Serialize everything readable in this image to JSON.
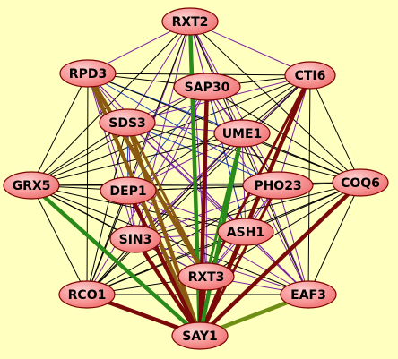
{
  "background": "#ffffc0",
  "node_style": {
    "fill_light": "#ffd2d2",
    "fill_dark": "#f07070",
    "stroke": "#7a0000",
    "text": "#000000"
  },
  "edge_colors": {
    "black": "#000000",
    "purple": "#7a1fa2",
    "blue": "#1f3fbf",
    "green": "#2a8a1a",
    "darkred": "#7a0a0a",
    "brown": "#8b5a12",
    "olive": "#6e8f14"
  },
  "nodes": [
    {
      "id": "RXT2",
      "label": "RXT2"
    },
    {
      "id": "RPD3",
      "label": "RPD3"
    },
    {
      "id": "CTI6",
      "label": "CTI6"
    },
    {
      "id": "SAP30",
      "label": "SAP30"
    },
    {
      "id": "SDS3",
      "label": "SDS3"
    },
    {
      "id": "UME1",
      "label": "UME1"
    },
    {
      "id": "GRX5",
      "label": "GRX5"
    },
    {
      "id": "DEP1",
      "label": "DEP1"
    },
    {
      "id": "PHO23",
      "label": "PHO23"
    },
    {
      "id": "COQ6",
      "label": "COQ6"
    },
    {
      "id": "SIN3",
      "label": "SIN3"
    },
    {
      "id": "ASH1",
      "label": "ASH1"
    },
    {
      "id": "RXT3",
      "label": "RXT3"
    },
    {
      "id": "RCO1",
      "label": "RCO1"
    },
    {
      "id": "EAF3",
      "label": "EAF3"
    },
    {
      "id": "SAY1",
      "label": "SAY1"
    }
  ],
  "edges": [
    {
      "source": "RXT2",
      "target": "SAY1",
      "color": "green",
      "weight": "thick"
    },
    {
      "source": "GRX5",
      "target": "SAY1",
      "color": "green",
      "weight": "thick"
    },
    {
      "source": "EAF3",
      "target": "SAY1",
      "color": "olive",
      "weight": "thick"
    },
    {
      "source": "RCO1",
      "target": "SAY1",
      "color": "darkred",
      "weight": "thick"
    },
    {
      "source": "COQ6",
      "target": "SAY1",
      "color": "darkred",
      "weight": "thick"
    },
    {
      "source": "CTI6",
      "target": "SAY1",
      "color": "darkred",
      "weight": "thick"
    },
    {
      "source": "RPD3",
      "target": "SAY1",
      "color": "brown",
      "weight": "thick"
    },
    {
      "source": "SDS3",
      "target": "SAY1",
      "color": "brown",
      "weight": "thick"
    },
    {
      "source": "DEP1",
      "target": "SAY1",
      "color": "darkred",
      "weight": "thick"
    },
    {
      "source": "SIN3",
      "target": "SAY1",
      "color": "darkred",
      "weight": "thick"
    },
    {
      "source": "SAP30",
      "target": "SAY1",
      "color": "darkred",
      "weight": "thick"
    },
    {
      "source": "UME1",
      "target": "SAY1",
      "color": "green",
      "weight": "thick"
    },
    {
      "source": "ASH1",
      "target": "SAY1",
      "color": "darkred",
      "weight": "medium"
    },
    {
      "source": "PHO23",
      "target": "SAY1",
      "color": "darkred",
      "weight": "medium"
    },
    {
      "source": "RXT3",
      "target": "SAY1",
      "color": "darkred",
      "weight": "medium"
    },
    {
      "source": "RPD3",
      "target": "RXT3",
      "color": "brown",
      "weight": "thick"
    },
    {
      "source": "SDS3",
      "target": "RXT3",
      "color": "brown",
      "weight": "medium"
    },
    {
      "source": "CTI6",
      "target": "RXT3",
      "color": "darkred",
      "weight": "medium"
    },
    {
      "source": "UME1",
      "target": "RXT3",
      "color": "green",
      "weight": "medium"
    },
    {
      "source": "RXT2",
      "target": "RPD3",
      "color": "purple",
      "weight": "thin"
    },
    {
      "source": "RXT2",
      "target": "CTI6",
      "color": "purple",
      "weight": "thin"
    },
    {
      "source": "RXT2",
      "target": "SAP30",
      "color": "purple",
      "weight": "thin"
    },
    {
      "source": "RXT2",
      "target": "SDS3",
      "color": "purple",
      "weight": "thin"
    },
    {
      "source": "RXT2",
      "target": "UME1",
      "color": "purple",
      "weight": "thin"
    },
    {
      "source": "RXT2",
      "target": "GRX5",
      "color": "black",
      "weight": "thin"
    },
    {
      "source": "RXT2",
      "target": "DEP1",
      "color": "purple",
      "weight": "thin"
    },
    {
      "source": "RXT2",
      "target": "PHO23",
      "color": "purple",
      "weight": "thin"
    },
    {
      "source": "RXT2",
      "target": "COQ6",
      "color": "black",
      "weight": "thin"
    },
    {
      "source": "RXT2",
      "target": "SIN3",
      "color": "purple",
      "weight": "thin"
    },
    {
      "source": "RXT2",
      "target": "ASH1",
      "color": "purple",
      "weight": "thin"
    },
    {
      "source": "RXT2",
      "target": "RXT3",
      "color": "purple",
      "weight": "thin"
    },
    {
      "source": "RXT2",
      "target": "RCO1",
      "color": "black",
      "weight": "thin"
    },
    {
      "source": "RXT2",
      "target": "EAF3",
      "color": "black",
      "weight": "thin"
    },
    {
      "source": "RPD3",
      "target": "CTI6",
      "color": "black",
      "weight": "thin"
    },
    {
      "source": "RPD3",
      "target": "SAP30",
      "color": "black",
      "weight": "thin"
    },
    {
      "source": "RPD3",
      "target": "SDS3",
      "color": "purple",
      "weight": "thin"
    },
    {
      "source": "RPD3",
      "target": "UME1",
      "color": "blue",
      "weight": "thin"
    },
    {
      "source": "RPD3",
      "target": "GRX5",
      "color": "black",
      "weight": "thin"
    },
    {
      "source": "RPD3",
      "target": "DEP1",
      "color": "purple",
      "weight": "thin"
    },
    {
      "source": "RPD3",
      "target": "PHO23",
      "color": "blue",
      "weight": "thin"
    },
    {
      "source": "RPD3",
      "target": "COQ6",
      "color": "black",
      "weight": "thin"
    },
    {
      "source": "RPD3",
      "target": "SIN3",
      "color": "purple",
      "weight": "thin"
    },
    {
      "source": "RPD3",
      "target": "ASH1",
      "color": "purple",
      "weight": "thin"
    },
    {
      "source": "RPD3",
      "target": "RCO1",
      "color": "black",
      "weight": "thin"
    },
    {
      "source": "RPD3",
      "target": "EAF3",
      "color": "purple",
      "weight": "thin"
    },
    {
      "source": "CTI6",
      "target": "SAP30",
      "color": "black",
      "weight": "thin"
    },
    {
      "source": "CTI6",
      "target": "SDS3",
      "color": "purple",
      "weight": "thin"
    },
    {
      "source": "CTI6",
      "target": "UME1",
      "color": "black",
      "weight": "thin"
    },
    {
      "source": "CTI6",
      "target": "GRX5",
      "color": "black",
      "weight": "thin"
    },
    {
      "source": "CTI6",
      "target": "DEP1",
      "color": "black",
      "weight": "thin"
    },
    {
      "source": "CTI6",
      "target": "PHO23",
      "color": "purple",
      "weight": "thin"
    },
    {
      "source": "CTI6",
      "target": "COQ6",
      "color": "black",
      "weight": "thin"
    },
    {
      "source": "CTI6",
      "target": "SIN3",
      "color": "purple",
      "weight": "thin"
    },
    {
      "source": "CTI6",
      "target": "ASH1",
      "color": "purple",
      "weight": "thin"
    },
    {
      "source": "CTI6",
      "target": "RCO1",
      "color": "black",
      "weight": "thin"
    },
    {
      "source": "CTI6",
      "target": "EAF3",
      "color": "black",
      "weight": "thin"
    },
    {
      "source": "SAP30",
      "target": "SDS3",
      "color": "purple",
      "weight": "thin"
    },
    {
      "source": "SAP30",
      "target": "UME1",
      "color": "purple",
      "weight": "thin"
    },
    {
      "source": "SAP30",
      "target": "GRX5",
      "color": "black",
      "weight": "thin"
    },
    {
      "source": "SAP30",
      "target": "DEP1",
      "color": "blue",
      "weight": "thin"
    },
    {
      "source": "SAP30",
      "target": "PHO23",
      "color": "purple",
      "weight": "thin"
    },
    {
      "source": "SAP30",
      "target": "COQ6",
      "color": "black",
      "weight": "thin"
    },
    {
      "source": "SAP30",
      "target": "SIN3",
      "color": "purple",
      "weight": "thin"
    },
    {
      "source": "SAP30",
      "target": "ASH1",
      "color": "blue",
      "weight": "thin"
    },
    {
      "source": "SAP30",
      "target": "RXT3",
      "color": "purple",
      "weight": "thin"
    },
    {
      "source": "SAP30",
      "target": "RCO1",
      "color": "purple",
      "weight": "thin"
    },
    {
      "source": "SAP30",
      "target": "EAF3",
      "color": "purple",
      "weight": "thin"
    },
    {
      "source": "SDS3",
      "target": "UME1",
      "color": "purple",
      "weight": "thin"
    },
    {
      "source": "SDS3",
      "target": "GRX5",
      "color": "black",
      "weight": "thin"
    },
    {
      "source": "SDS3",
      "target": "DEP1",
      "color": "blue",
      "weight": "thin"
    },
    {
      "source": "SDS3",
      "target": "PHO23",
      "color": "blue",
      "weight": "thin"
    },
    {
      "source": "SDS3",
      "target": "COQ6",
      "color": "black",
      "weight": "thin"
    },
    {
      "source": "SDS3",
      "target": "SIN3",
      "color": "purple",
      "weight": "thin"
    },
    {
      "source": "SDS3",
      "target": "ASH1",
      "color": "purple",
      "weight": "thin"
    },
    {
      "source": "SDS3",
      "target": "RCO1",
      "color": "black",
      "weight": "thin"
    },
    {
      "source": "SDS3",
      "target": "EAF3",
      "color": "purple",
      "weight": "thin"
    },
    {
      "source": "UME1",
      "target": "GRX5",
      "color": "black",
      "weight": "thin"
    },
    {
      "source": "UME1",
      "target": "DEP1",
      "color": "purple",
      "weight": "thin"
    },
    {
      "source": "UME1",
      "target": "PHO23",
      "color": "black",
      "weight": "thin"
    },
    {
      "source": "UME1",
      "target": "COQ6",
      "color": "black",
      "weight": "thin"
    },
    {
      "source": "UME1",
      "target": "SIN3",
      "color": "purple",
      "weight": "thin"
    },
    {
      "source": "UME1",
      "target": "ASH1",
      "color": "purple",
      "weight": "thin"
    },
    {
      "source": "UME1",
      "target": "RCO1",
      "color": "black",
      "weight": "thin"
    },
    {
      "source": "UME1",
      "target": "EAF3",
      "color": "purple",
      "weight": "thin"
    },
    {
      "source": "GRX5",
      "target": "DEP1",
      "color": "black",
      "weight": "thin"
    },
    {
      "source": "GRX5",
      "target": "PHO23",
      "color": "black",
      "weight": "thin"
    },
    {
      "source": "GRX5",
      "target": "COQ6",
      "color": "black",
      "weight": "thin"
    },
    {
      "source": "GRX5",
      "target": "SIN3",
      "color": "black",
      "weight": "thin"
    },
    {
      "source": "GRX5",
      "target": "ASH1",
      "color": "black",
      "weight": "thin"
    },
    {
      "source": "GRX5",
      "target": "RXT3",
      "color": "black",
      "weight": "thin"
    },
    {
      "source": "GRX5",
      "target": "RCO1",
      "color": "black",
      "weight": "thin"
    },
    {
      "source": "GRX5",
      "target": "EAF3",
      "color": "black",
      "weight": "thin"
    },
    {
      "source": "DEP1",
      "target": "PHO23",
      "color": "black",
      "weight": "thin"
    },
    {
      "source": "DEP1",
      "target": "COQ6",
      "color": "black",
      "weight": "thin"
    },
    {
      "source": "DEP1",
      "target": "SIN3",
      "color": "purple",
      "weight": "thin"
    },
    {
      "source": "DEP1",
      "target": "ASH1",
      "color": "purple",
      "weight": "thin"
    },
    {
      "source": "DEP1",
      "target": "RXT3",
      "color": "purple",
      "weight": "thin"
    },
    {
      "source": "DEP1",
      "target": "RCO1",
      "color": "black",
      "weight": "thin"
    },
    {
      "source": "DEP1",
      "target": "EAF3",
      "color": "purple",
      "weight": "thin"
    },
    {
      "source": "PHO23",
      "target": "COQ6",
      "color": "black",
      "weight": "thin"
    },
    {
      "source": "PHO23",
      "target": "SIN3",
      "color": "purple",
      "weight": "thin"
    },
    {
      "source": "PHO23",
      "target": "ASH1",
      "color": "purple",
      "weight": "thin"
    },
    {
      "source": "PHO23",
      "target": "RXT3",
      "color": "purple",
      "weight": "thin"
    },
    {
      "source": "PHO23",
      "target": "RCO1",
      "color": "black",
      "weight": "thin"
    },
    {
      "source": "PHO23",
      "target": "EAF3",
      "color": "purple",
      "weight": "thin"
    },
    {
      "source": "COQ6",
      "target": "SIN3",
      "color": "black",
      "weight": "thin"
    },
    {
      "source": "COQ6",
      "target": "ASH1",
      "color": "black",
      "weight": "thin"
    },
    {
      "source": "COQ6",
      "target": "RXT3",
      "color": "black",
      "weight": "thin"
    },
    {
      "source": "COQ6",
      "target": "RCO1",
      "color": "black",
      "weight": "thin"
    },
    {
      "source": "COQ6",
      "target": "EAF3",
      "color": "black",
      "weight": "thin"
    },
    {
      "source": "SIN3",
      "target": "ASH1",
      "color": "purple",
      "weight": "thin"
    },
    {
      "source": "SIN3",
      "target": "RXT3",
      "color": "purple",
      "weight": "thin"
    },
    {
      "source": "SIN3",
      "target": "RCO1",
      "color": "black",
      "weight": "thin"
    },
    {
      "source": "SIN3",
      "target": "EAF3",
      "color": "purple",
      "weight": "thin"
    },
    {
      "source": "ASH1",
      "target": "RXT3",
      "color": "purple",
      "weight": "thin"
    },
    {
      "source": "ASH1",
      "target": "RCO1",
      "color": "black",
      "weight": "thin"
    },
    {
      "source": "ASH1",
      "target": "EAF3",
      "color": "purple",
      "weight": "thin"
    },
    {
      "source": "RXT3",
      "target": "RCO1",
      "color": "black",
      "weight": "thin"
    },
    {
      "source": "RXT3",
      "target": "EAF3",
      "color": "purple",
      "weight": "thin"
    },
    {
      "source": "RCO1",
      "target": "EAF3",
      "color": "black",
      "weight": "thin"
    }
  ]
}
